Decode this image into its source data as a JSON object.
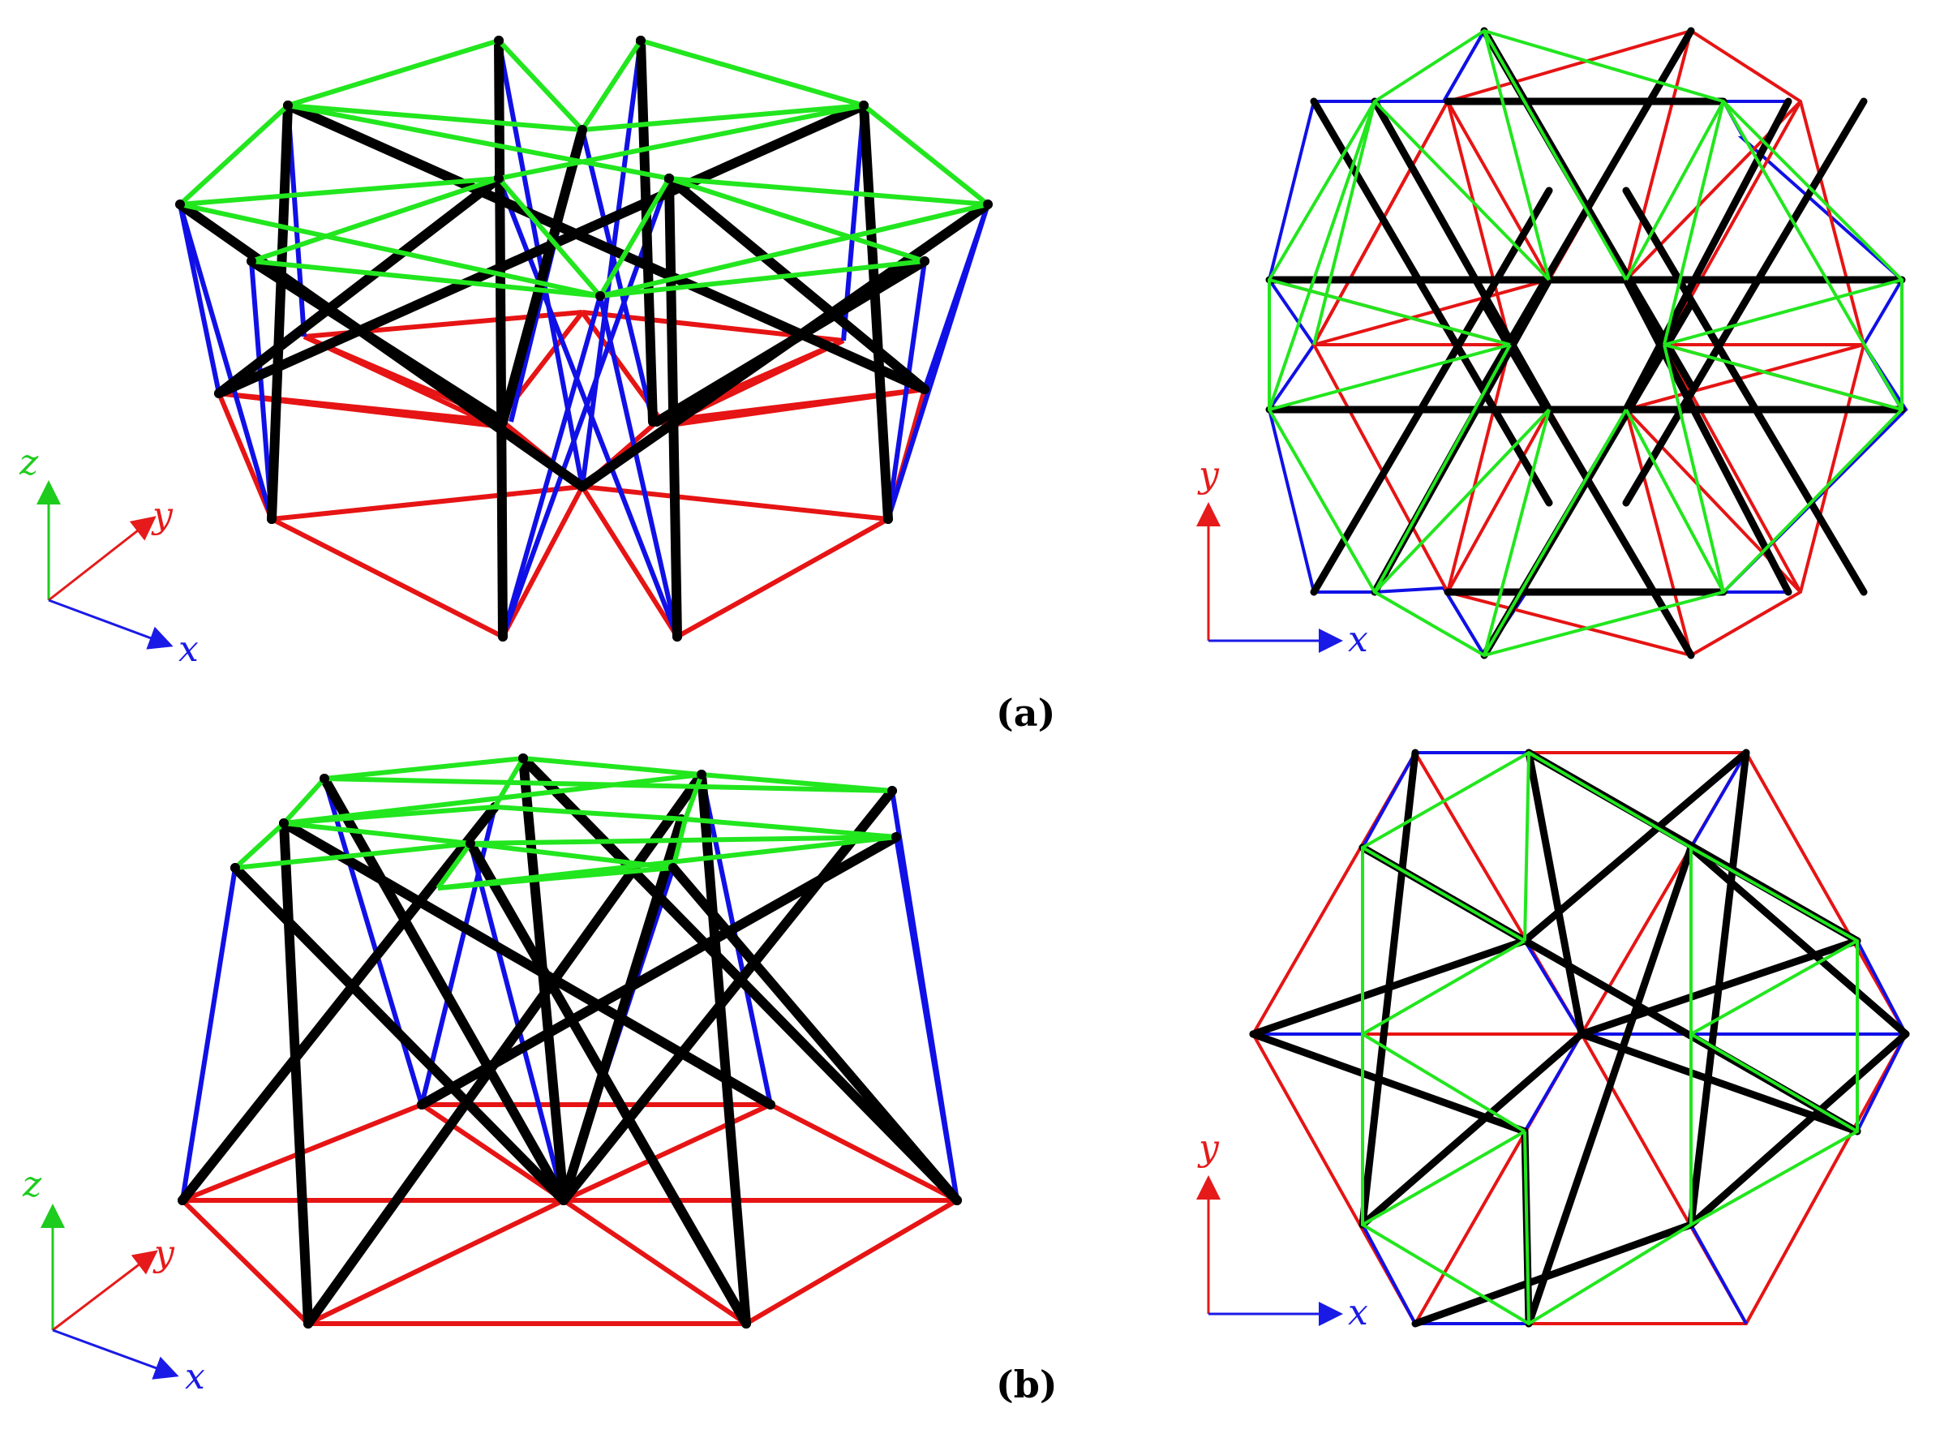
{
  "labels": {
    "a": "(a)",
    "b": "(b)"
  },
  "axis_labels": {
    "x": "x",
    "y": "y",
    "z": "z"
  },
  "colors": {
    "strut": "#000000",
    "top_string": "#22e61e",
    "vertical_string": "#1010e6",
    "bottom_string": "#e61414",
    "axis_x": "#1a1ae6",
    "axis_y": "#e61a1a",
    "axis_z": "#1ecc1e"
  }
}
